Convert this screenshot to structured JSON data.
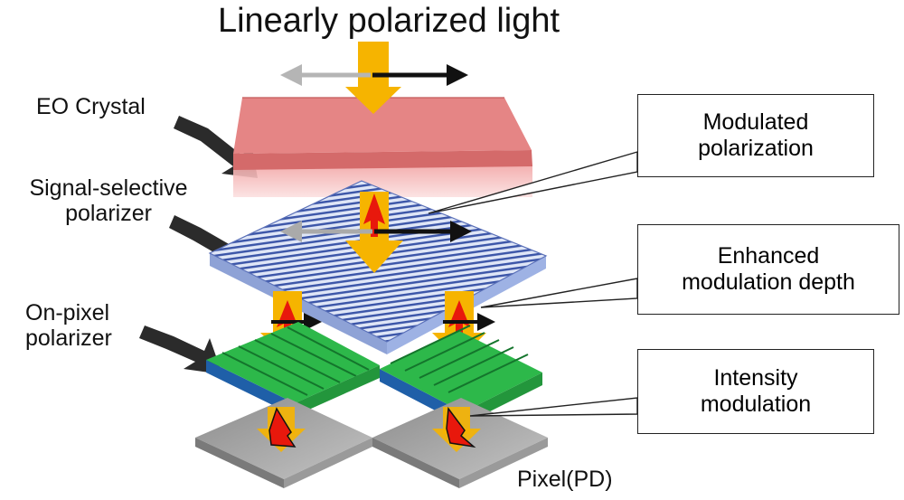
{
  "title": "Linearly polarized light",
  "labels": {
    "eo_crystal": "EO Crystal",
    "signal_polarizer": [
      "Signal-selective",
      "polarizer"
    ],
    "onpixel_polarizer": [
      "On-pixel",
      "polarizer"
    ],
    "pixel": "Pixel(PD)"
  },
  "callouts": {
    "modulated": [
      "Modulated",
      "polarization"
    ],
    "enhanced": [
      "Enhanced",
      "modulation depth"
    ],
    "intensity": [
      "Intensity",
      "modulation"
    ]
  },
  "colors": {
    "crystal": "#e07a7a",
    "polarizer": "#8fa3d8",
    "onpixel": "#2db84a",
    "pixel": "#a8a8a8",
    "beam": "#f6b400",
    "arrow_red": "#e8180c"
  }
}
